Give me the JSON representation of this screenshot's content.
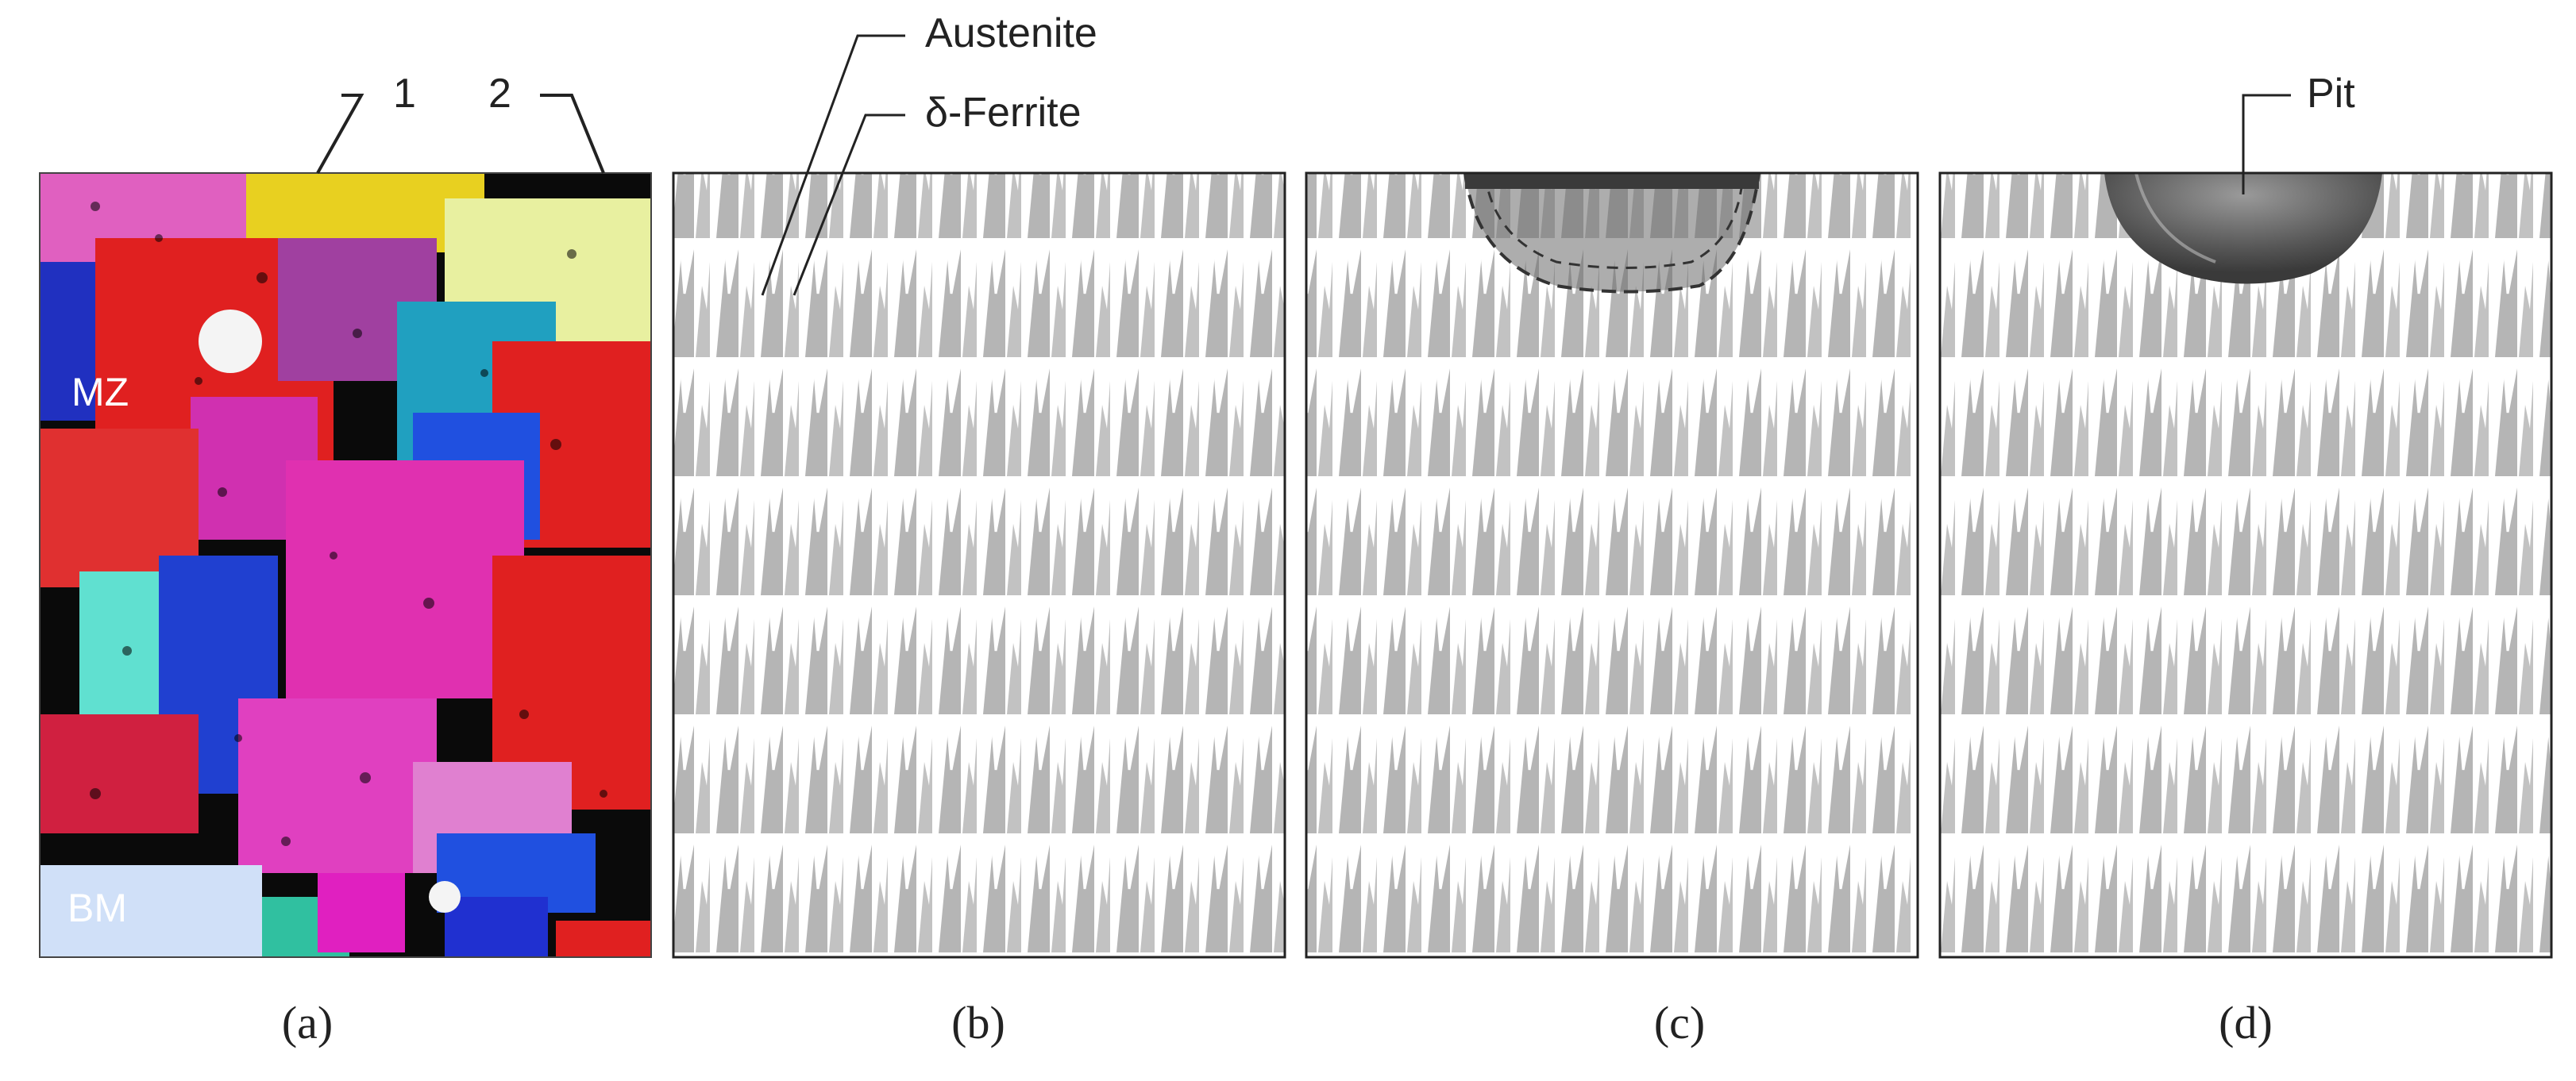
{
  "panels": [
    {
      "id": "a",
      "caption": "(a)"
    },
    {
      "id": "b",
      "caption": "(b)"
    },
    {
      "id": "c",
      "caption": "(c)"
    },
    {
      "id": "d",
      "caption": "(d)"
    }
  ],
  "ebsd_map": {
    "region_labels": {
      "fusion": "MZ",
      "base": "BM"
    },
    "callouts": [
      "1",
      "2"
    ]
  },
  "phase_labels": {
    "austenite": "Austenite",
    "ferrite": "δ-Ferrite"
  },
  "pit_label": "Pit",
  "colors": {
    "ferrite_background": "#b3b3b3",
    "grain_red": "#e03030",
    "grain_purple": "#8a55c8",
    "grain_blue": "#4a88c8",
    "grain_yellow": "#e8c030",
    "grain_cyan": "#30a8d8",
    "grain_orange": "#d88030",
    "grain_navy": "#2a4a90",
    "pit": "#555555"
  }
}
